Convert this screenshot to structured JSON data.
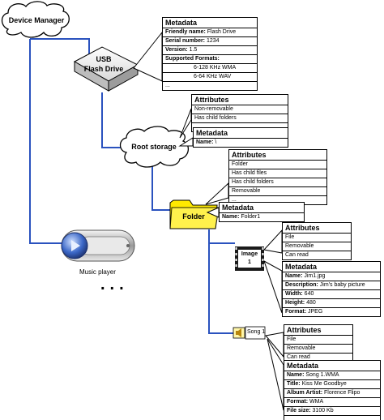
{
  "nodes": {
    "device_manager": "Device Manager",
    "usb_line1": "USB",
    "usb_line2": "Flash Drive",
    "root_storage": "Root storage",
    "folder": "Folder",
    "image_line1": "Image",
    "image_line2": "1",
    "music_player": "Music player",
    "song": "Song 1",
    "ellipsis": "..."
  },
  "usb_metadata": {
    "header": "Metadata",
    "friendly_label": "Friendly name:",
    "friendly_value": "Flash Drive",
    "serial_label": "Serial number:",
    "serial_value": "1234",
    "version_label": "Version:",
    "version_value": "1.5",
    "formats_label": "Supported Formats:",
    "format1": "6-128 KHz WMA",
    "format2": "6-64 KHz WAV",
    "more": "..."
  },
  "root_attributes": {
    "header": "Attributes",
    "items": [
      "Non-removable",
      "Has child folders",
      ""
    ]
  },
  "root_metadata": {
    "header": "Metadata",
    "name_label": "Name:",
    "name_value": "\\"
  },
  "folder_attributes": {
    "header": "Attributes",
    "items": [
      "Folder",
      "Has child files",
      "Has child folders",
      "Removable",
      "..."
    ]
  },
  "folder_metadata": {
    "header": "Metadata",
    "name_label": "Name:",
    "name_value": "Folder1"
  },
  "image_attributes": {
    "header": "Attributes",
    "items": [
      "File",
      "Removable",
      "Can read"
    ]
  },
  "image_metadata": {
    "header": "Metadata",
    "name_label": "Name:",
    "name_value": "Jim1.jpg",
    "desc_label": "Description:",
    "desc_value": "Jim's baby picture",
    "width_label": "Width:",
    "width_value": "640",
    "height_label": "Height:",
    "height_value": "480",
    "format_label": "Format:",
    "format_value": "JPEG"
  },
  "song_attributes": {
    "header": "Attributes",
    "items": [
      "File",
      "Removable",
      "Can read"
    ]
  },
  "song_metadata": {
    "header": "Metadata",
    "name_label": "Name:",
    "name_value": "Song 1.WMA",
    "title_label": "Title:",
    "title_value": "Kiss Me Goodbye",
    "artist_label": "Album Artist:",
    "artist_value": "Florence Flipo",
    "format_label": "Format:",
    "format_value": "WMA",
    "size_label": "File size:",
    "size_value": "3100 Kb",
    "more": "..."
  },
  "colors": {
    "connector": "#2a52be",
    "folder_fill": "#ffea00",
    "callout_fill": "#ffffff",
    "node_fill": "#ffffff"
  }
}
